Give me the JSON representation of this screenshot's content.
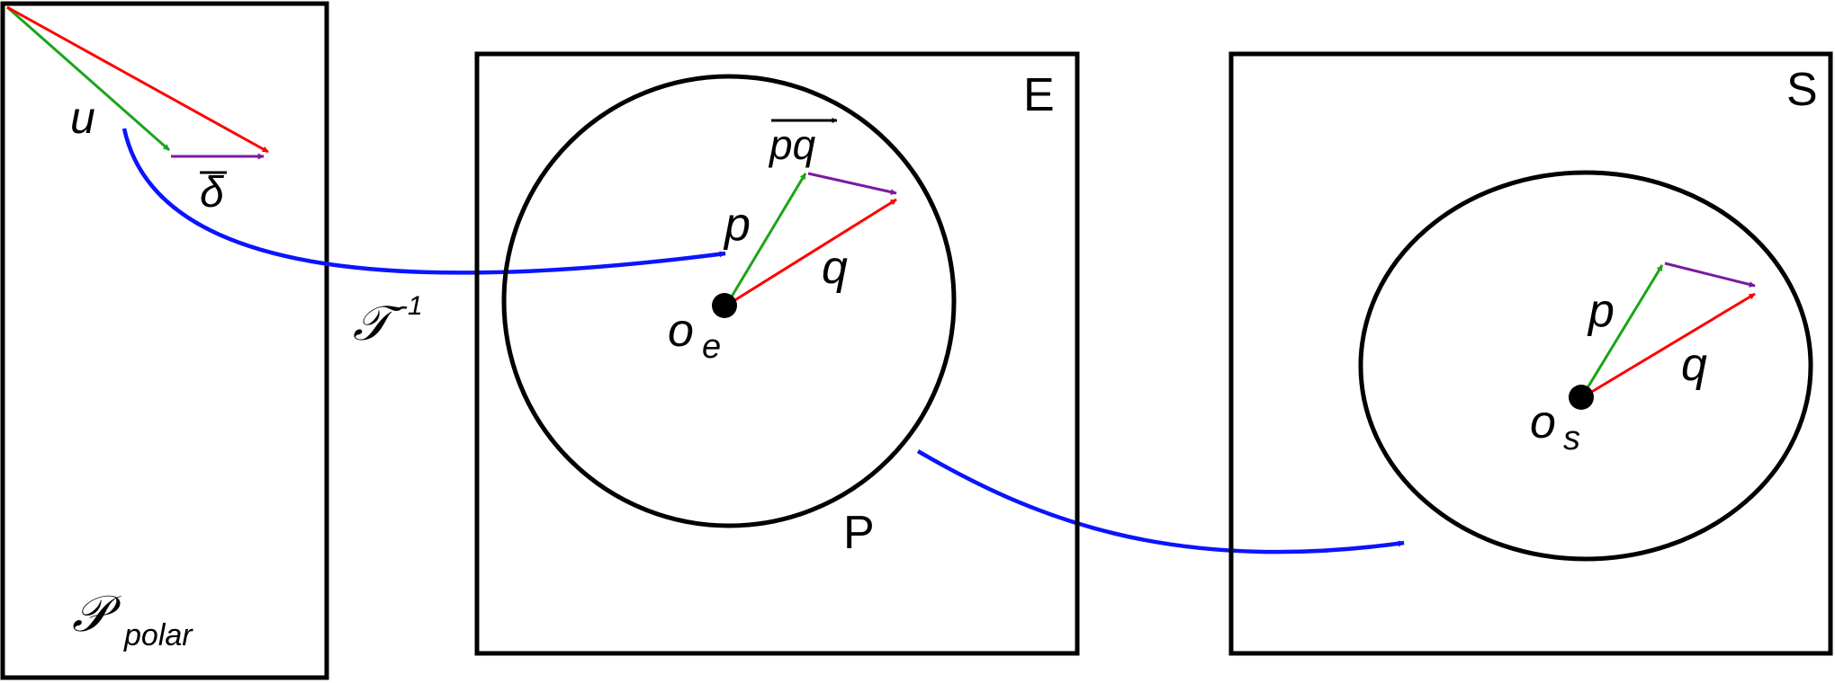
{
  "left_panel": {
    "u": "u",
    "delta": "δ",
    "polar_P": "𝒫",
    "polar_sub": "polar"
  },
  "transform": {
    "T": "𝒯",
    "sup": "-1"
  },
  "e_panel": {
    "corner": "E",
    "circle_label": "P",
    "p": "p",
    "q": "q",
    "pq": "pq",
    "origin": "o",
    "origin_sub": "e"
  },
  "s_panel": {
    "corner": "S",
    "p": "p",
    "q": "q",
    "origin": "o",
    "origin_sub": "s"
  },
  "colors": {
    "frame": "#000000",
    "p_vector": "#1aa51a",
    "q_vector": "#ff0000",
    "pq_vector": "#7a1aa0",
    "mapping_arrow": "#0a14ff"
  }
}
